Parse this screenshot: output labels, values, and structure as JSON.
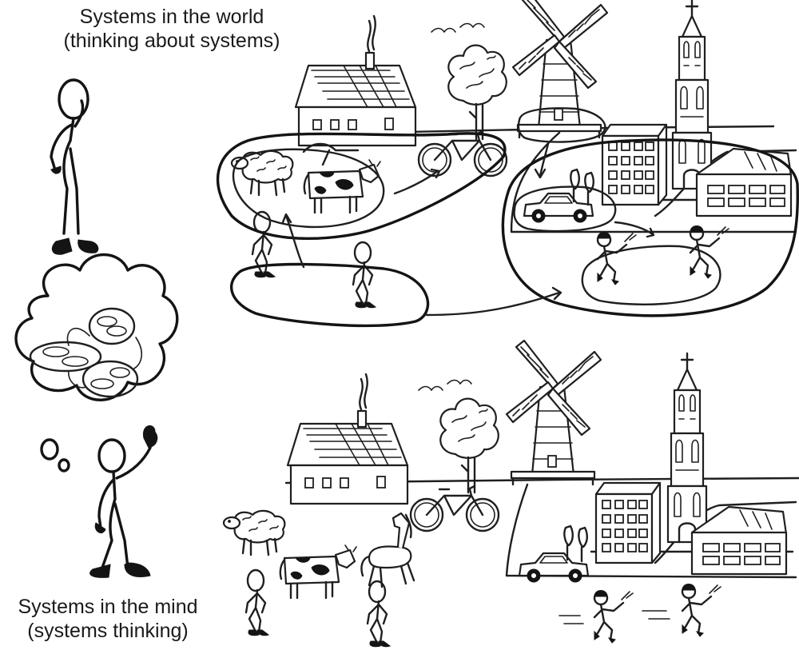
{
  "captions": {
    "top_line1": "Systems in the world",
    "top_line2": "(thinking about systems)",
    "bottom_line1": "Systems in the mind",
    "bottom_line2": "(systems thinking)"
  },
  "colors": {
    "ink": "#1f1f1f",
    "paper": "#ffffff",
    "fill_dark": "#141414"
  },
  "icons": [
    "thinking-stick-figure",
    "thought-cloud",
    "windmill",
    "church-tower",
    "house",
    "bicycle",
    "tree",
    "sheep",
    "cow",
    "horse",
    "car",
    "apartment-block",
    "worker-figure"
  ]
}
